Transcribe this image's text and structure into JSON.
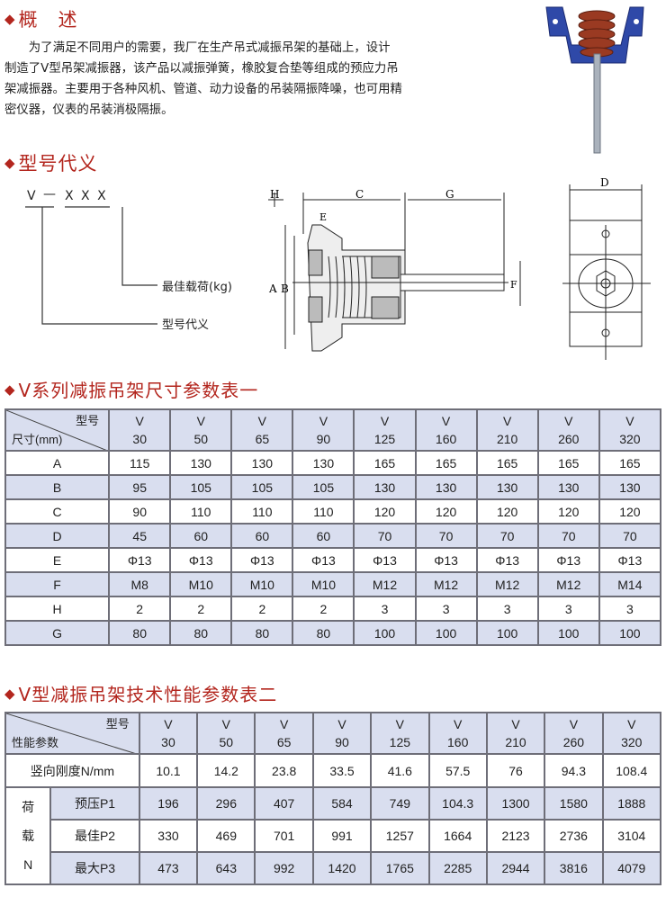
{
  "overview": {
    "title": "概　述",
    "lines": [
      "为了满足不同用户的需要，我厂在生产吊式减振吊架的基础上，设计",
      "制造了V型吊架减振器，该产品以减振弹簧，橡胶复合垫等组成的预应力吊",
      "架减振器。主要用于各种风机、管道、动力设备的吊装隔振降噪，也可用精",
      "密仪器，仪表的吊装消极隔振。"
    ]
  },
  "model_code": {
    "title": "型号代义",
    "code_prefix": "V",
    "code_dash": "—",
    "code_suffix": "X X X",
    "label_load": "最佳载荷(kg)",
    "label_model": "型号代义"
  },
  "drawing": {
    "labels": {
      "H": "H",
      "C": "C",
      "G": "G",
      "E": "E",
      "A": "A",
      "B": "B",
      "F": "F",
      "D": "D"
    }
  },
  "table1": {
    "title": "V系列减振吊架尺寸参数表一",
    "corner_top": "型号",
    "corner_bottom": "尺寸(mm)",
    "model_prefix": "V",
    "models": [
      "30",
      "50",
      "65",
      "90",
      "125",
      "160",
      "210",
      "260",
      "320"
    ],
    "rows": [
      {
        "label": "A",
        "values": [
          "115",
          "130",
          "130",
          "130",
          "165",
          "165",
          "165",
          "165",
          "165"
        ]
      },
      {
        "label": "B",
        "values": [
          "95",
          "105",
          "105",
          "105",
          "130",
          "130",
          "130",
          "130",
          "130"
        ]
      },
      {
        "label": "C",
        "values": [
          "90",
          "110",
          "110",
          "110",
          "120",
          "120",
          "120",
          "120",
          "120"
        ]
      },
      {
        "label": "D",
        "values": [
          "45",
          "60",
          "60",
          "60",
          "70",
          "70",
          "70",
          "70",
          "70"
        ]
      },
      {
        "label": "E",
        "values": [
          "Φ13",
          "Φ13",
          "Φ13",
          "Φ13",
          "Φ13",
          "Φ13",
          "Φ13",
          "Φ13",
          "Φ13"
        ]
      },
      {
        "label": "F",
        "values": [
          "M8",
          "M10",
          "M10",
          "M10",
          "M12",
          "M12",
          "M12",
          "M12",
          "M14"
        ]
      },
      {
        "label": "H",
        "values": [
          "2",
          "2",
          "2",
          "2",
          "3",
          "3",
          "3",
          "3",
          "3"
        ]
      },
      {
        "label": "G",
        "values": [
          "80",
          "80",
          "80",
          "80",
          "100",
          "100",
          "100",
          "100",
          "100"
        ]
      }
    ]
  },
  "table2": {
    "title": "V型减振吊架技术性能参数表二",
    "corner_top": "型号",
    "corner_bottom": "性能参数",
    "model_prefix": "V",
    "models": [
      "30",
      "50",
      "65",
      "90",
      "125",
      "160",
      "210",
      "260",
      "320"
    ],
    "stiffness": {
      "label": "竖向刚度N/mm",
      "values": [
        "10.1",
        "14.2",
        "23.8",
        "33.5",
        "41.6",
        "57.5",
        "76",
        "94.3",
        "108.4"
      ]
    },
    "load_group": [
      "荷",
      "载",
      "N"
    ],
    "loads": [
      {
        "label": "预压P1",
        "values": [
          "196",
          "296",
          "407",
          "584",
          "749",
          "104.3",
          "1300",
          "1580",
          "1888"
        ]
      },
      {
        "label": "最佳P2",
        "values": [
          "330",
          "469",
          "701",
          "991",
          "1257",
          "1664",
          "2123",
          "2736",
          "3104"
        ]
      },
      {
        "label": "最大P3",
        "values": [
          "473",
          "643",
          "992",
          "1420",
          "1765",
          "2285",
          "2944",
          "3816",
          "4079"
        ]
      }
    ]
  }
}
